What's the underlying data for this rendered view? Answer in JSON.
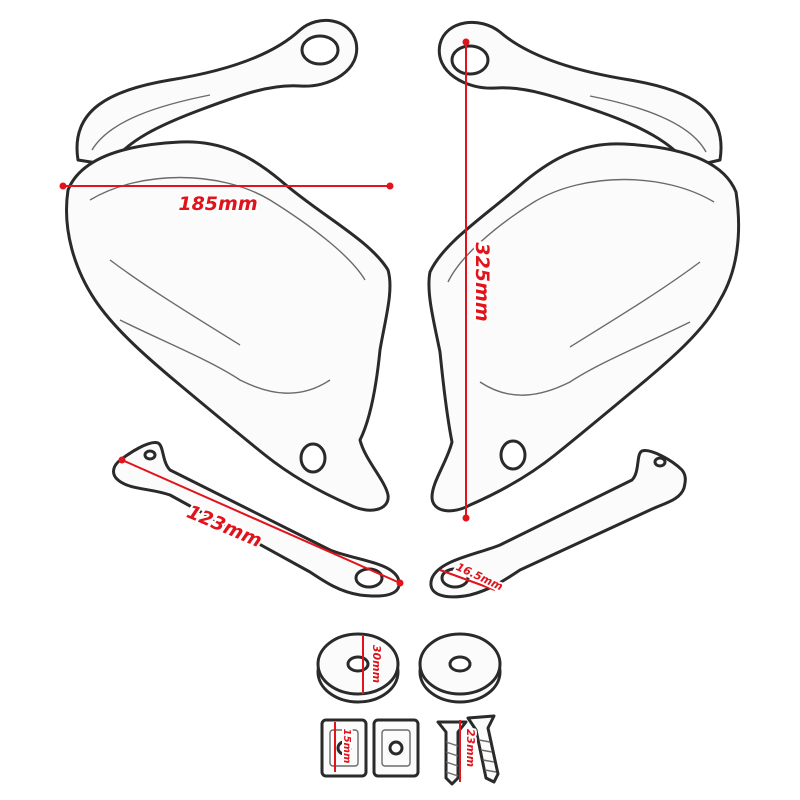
{
  "colors": {
    "dimension": "#e1131b",
    "outline": "#2a2a2a",
    "background": "#ffffff"
  },
  "dimensions": {
    "handguard_width": "185mm",
    "handguard_height": "325mm",
    "bracket_length": "123mm",
    "bracket_hole": "16.5mm",
    "spacer_diameter": "30mm",
    "clip_nut": "15mm",
    "screw_length": "23mm"
  }
}
